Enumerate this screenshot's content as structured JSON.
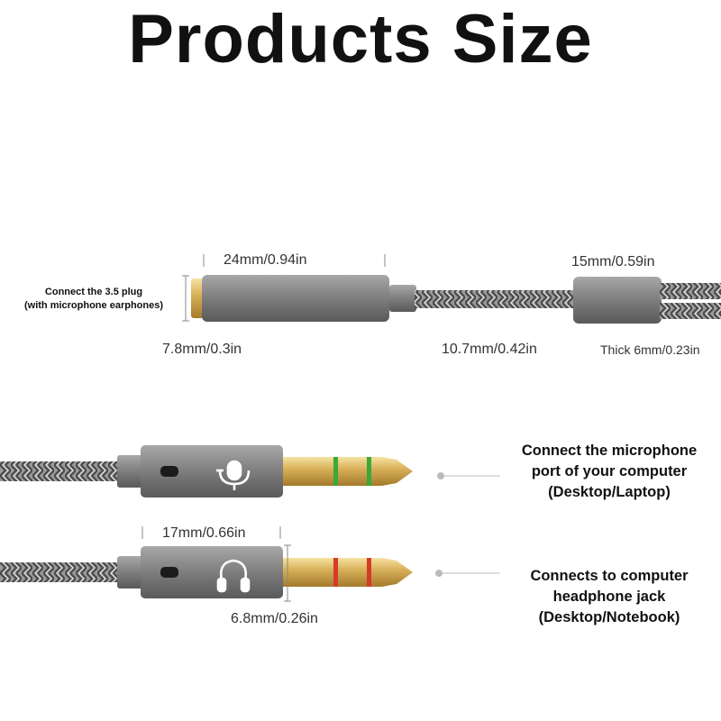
{
  "title": "Products Size",
  "female_jack": {
    "label_line1": "Connect the 3.5 plug",
    "label_line2": "(with microphone earphones)",
    "length": "24mm/0.94in",
    "diameter": "7.8mm/0.3in"
  },
  "splitter": {
    "length": "15mm/0.59in",
    "width": "10.7mm/0.42in",
    "thickness": "Thick 6mm/0.23in"
  },
  "mic_plug": {
    "label_line1": "Connect the microphone",
    "label_line2": "port of your computer",
    "label_line3": "(Desktop/Laptop)",
    "ring_color": "#3aa83a",
    "icon": "microphone-icon"
  },
  "headphone_plug": {
    "length": "17mm/0.66in",
    "diameter": "6.8mm/0.26in",
    "label_line1": "Connects to computer",
    "label_line2": "headphone jack",
    "label_line3": "(Desktop/Notebook)",
    "ring_color": "#d63a2a",
    "icon": "headphone-icon"
  },
  "colors": {
    "housing": "#7c7c7c",
    "gold": "#d8b25a",
    "braid": "#8a8a8a"
  }
}
